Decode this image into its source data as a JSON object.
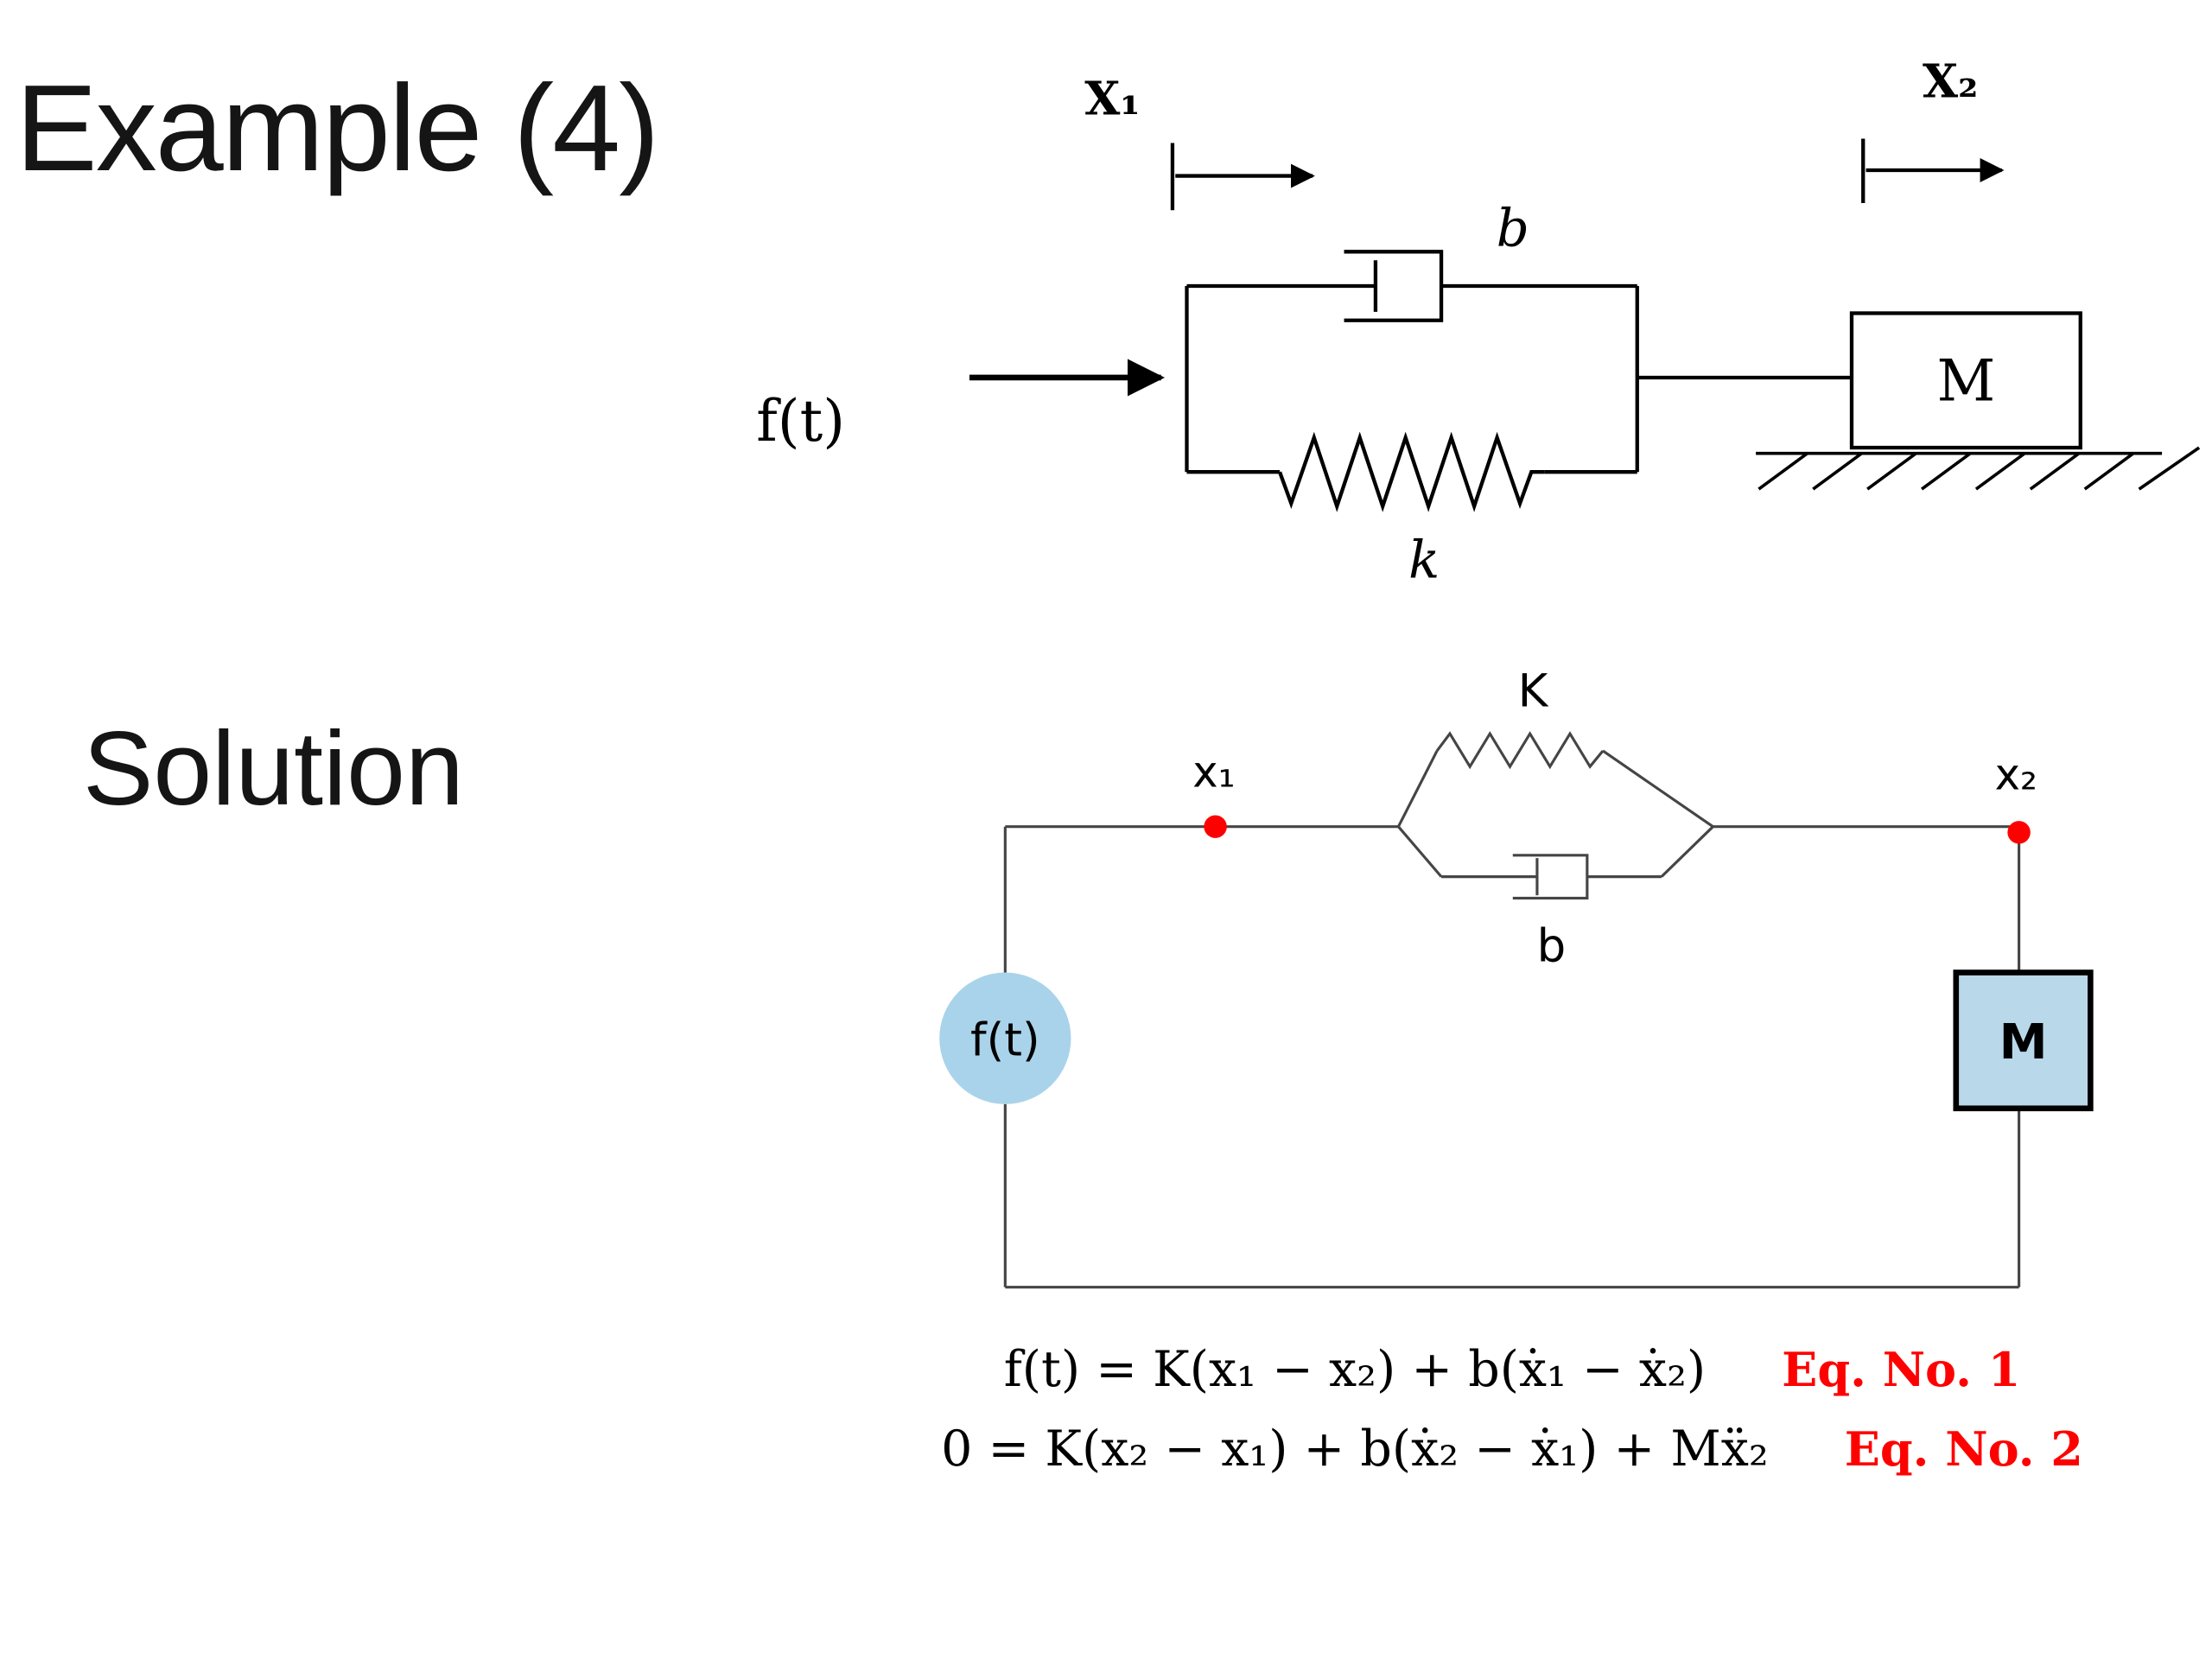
{
  "slide": {
    "title": "Example (4)",
    "solution_label": "Solution"
  },
  "top_diagram": {
    "x1_label": "X₁",
    "x2_label": "X₂",
    "damper_label": "b",
    "spring_label": "k",
    "force_label": "f(t)",
    "mass_label": "M"
  },
  "solution_diagram": {
    "spring_label": "K",
    "damper_label": "b",
    "x1_label": "x₁",
    "x2_label": "x₂",
    "force_label": "f(t)",
    "mass_label": "M"
  },
  "equations": [
    {
      "formula": "f(t) = K(x₁ − x₂) + b(ẋ₁ − ẋ₂)",
      "tag": "Eq. No. 1"
    },
    {
      "formula": "0 = K(x₂ − x₁) + b(ẋ₂ − ẋ₁) + Mẍ₂",
      "tag": "Eq. No. 2"
    }
  ],
  "colors": {
    "eq_tag": "#ff0000",
    "node_dot": "#ff0000",
    "source_fill": "#a9d3ea",
    "mass_fill": "#b9d9ea",
    "wire": "#4a4a4a",
    "ink": "#000000"
  }
}
